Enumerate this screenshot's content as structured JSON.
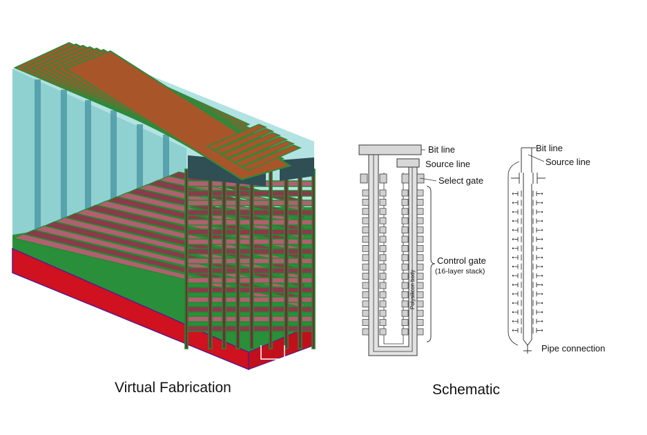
{
  "captions": {
    "virtual_fabrication": "Virtual Fabrication",
    "schematic": "Schematic"
  },
  "schematic_labels": {
    "bit_line_left": "Bit line",
    "source_line_left": "Source line",
    "select_gate": "Select gate",
    "control_gate": "Control gate",
    "control_gate_sub": "(16-layer stack)",
    "polysilicon_body": "Polysilicon body",
    "bit_line_right": "Bit line",
    "source_line_right": "Source line",
    "pipe_connection": "Pipe connection"
  },
  "structure": {
    "control_gate_layers": 16
  },
  "colors": {
    "substrate": "#d0111f",
    "substrate_edge": "#5a1a8a",
    "oxide_green": "#1f8a2e",
    "gate_layer": "#8a3a4a",
    "gate_layer_light": "#b06070",
    "glass": "#8fd3d3",
    "pillar": "#4e9aa6",
    "bitline_copper": "#a8552a",
    "bitline_green": "#2d8a3a",
    "select_gate_dark": "#2f4f55"
  }
}
